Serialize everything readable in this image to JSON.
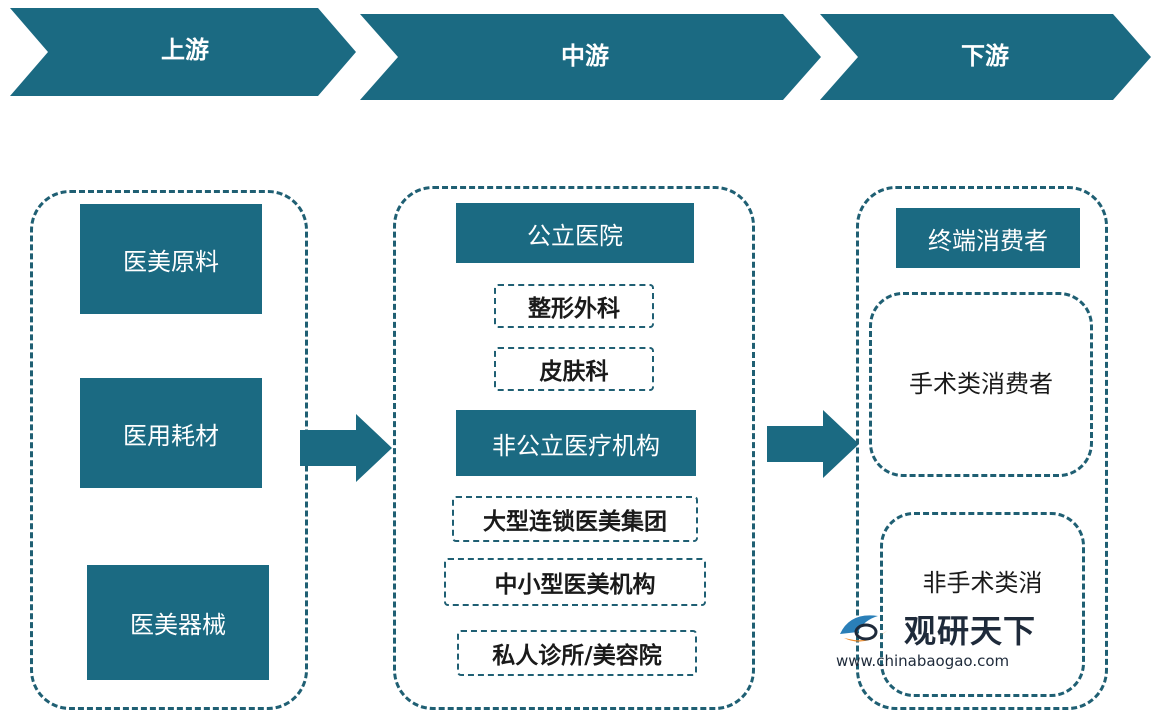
{
  "stages": {
    "upstream": "上游",
    "midstream": "中游",
    "downstream": "下游"
  },
  "upstream": {
    "items": [
      "医美原料",
      "医用耗材",
      "医美器械"
    ]
  },
  "midstream": {
    "public_header": "公立医院",
    "public_items": [
      "整形外科",
      "皮肤科"
    ],
    "private_header": "非公立医疗机构",
    "private_items": [
      "大型连锁医美集团",
      "中小型医美机构",
      "私人诊所/美容院"
    ]
  },
  "downstream": {
    "header": "终端消费者",
    "surgical": "手术类消费者",
    "non_surgical": "非手术类消"
  },
  "watermark": {
    "name": "观研天下",
    "url": "www.chinabaogao.com"
  },
  "colors": {
    "primary": "#1b6a82",
    "border": "#1f5f73"
  }
}
